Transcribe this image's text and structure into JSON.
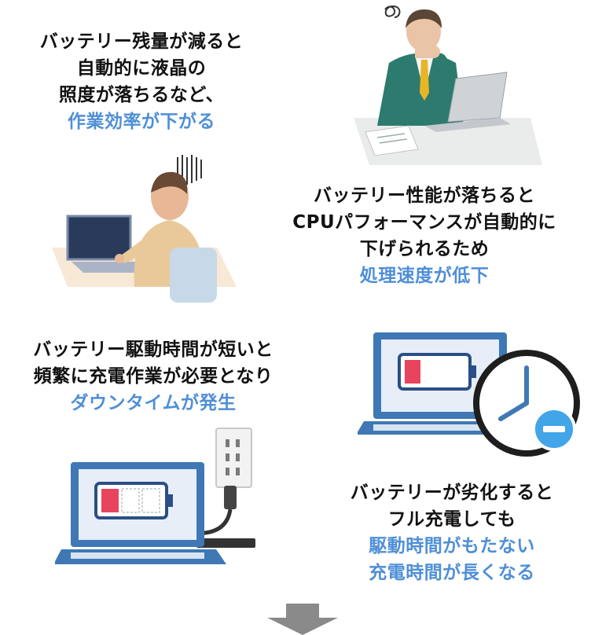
{
  "blocks": [
    {
      "lines": [
        "バッテリー残量が減ると",
        "自動的に液晶の",
        "照度が落ちるなど、"
      ],
      "highlight": [
        "作業効率が下がる"
      ]
    },
    {
      "lines": [
        "バッテリー性能が落ちると",
        "CPUパフォーマンスが自動的に",
        "下げられるため"
      ],
      "highlight": [
        "処理速度が低下"
      ]
    },
    {
      "lines": [
        "バッテリー駆動時間が短いと",
        "頻繁に充電作業が必要となり"
      ],
      "highlight": [
        "ダウンタイムが発生"
      ]
    },
    {
      "lines": [
        "バッテリーが劣化すると",
        "フル充電しても"
      ],
      "highlight": [
        "駆動時間がもたない",
        "充電時間が長くなる"
      ]
    }
  ],
  "colors": {
    "text": "#111111",
    "highlight": "#4f8fd6",
    "battery_low": "#e8445e",
    "laptop_blue": "#3f78b5",
    "arrow": "#8a8a8a"
  },
  "icons": [
    "worried-businessman-illustration",
    "slow-laptop-worker-illustration",
    "laptop-low-battery-clock-illustration",
    "laptop-charging-outlet-illustration",
    "down-arrow-icon"
  ]
}
